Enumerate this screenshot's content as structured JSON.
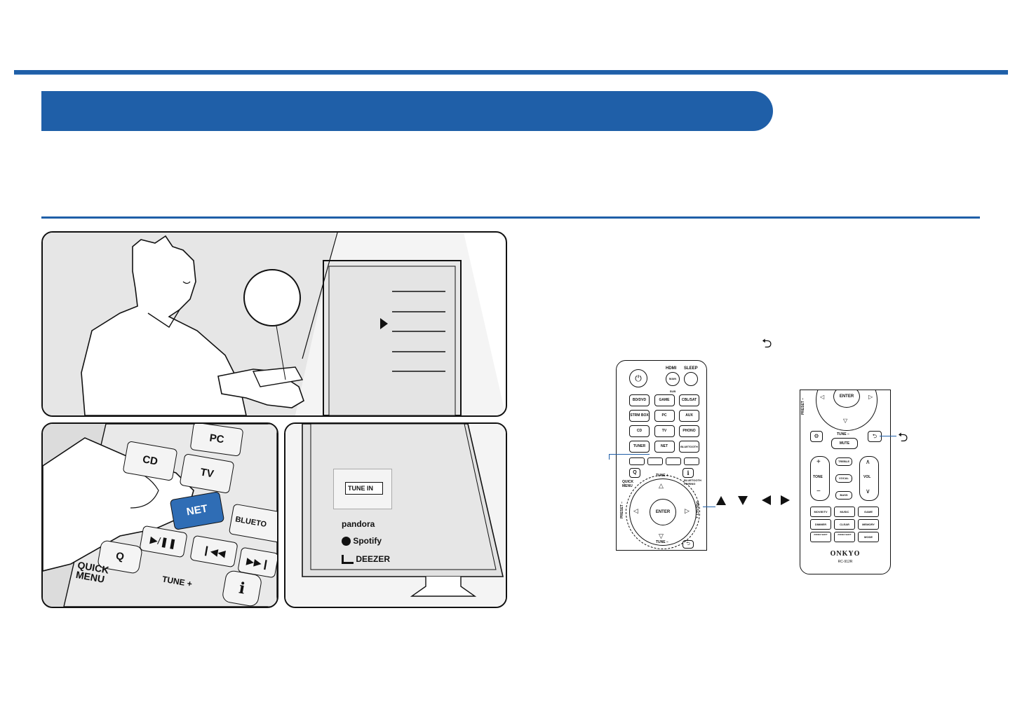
{
  "buttons": {
    "cd": "CD",
    "pc": "PC",
    "tv": "TV",
    "net": "NET",
    "bluetooth": "BLUETO",
    "quick_menu": "QUICK\nMENU",
    "q": "Q",
    "tune_plus": "TUNE +",
    "info": "i"
  },
  "services": {
    "tunein": "TUNE IN",
    "pandora": "pandora",
    "spotify": "Spotify",
    "deezer": "DEEZER"
  },
  "remote_left": {
    "hdmi": "HDMI",
    "sleep": "SLEEP",
    "main_sub": "MAIN SUB",
    "row1": [
      "BD/DVD",
      "GAME",
      "CBL/SAT"
    ],
    "row2": [
      "STRM BOX",
      "PC",
      "AUX"
    ],
    "row3": [
      "CD",
      "TV",
      "PHONO"
    ],
    "row4": [
      "TUNER",
      "NET",
      "BLUETOOTH"
    ],
    "quick_menu": "QUICK MENU",
    "tune_plus": "TUNE +",
    "tune_minus": "TUNE −",
    "enter": "ENTER",
    "preset_minus": "PRESET −",
    "preset_plus": "PRESET +",
    "bt_pairing": "BLUETOOTH PAIRING"
  },
  "remote_right": {
    "enter": "ENTER",
    "tune_minus": "TUNE −",
    "mute": "MUTE",
    "treble": "TREBLE",
    "tone": "TONE",
    "vocal": "VOCAL",
    "vol": "VOL",
    "bass": "BASS",
    "row1": [
      "MOVIE/TV",
      "MUSIC",
      "GAME"
    ],
    "row2": [
      "DIMMER",
      "CLEAR",
      "MEMORY"
    ],
    "row3": [
      "ZONE2 SHIFT",
      "ZONE3 SHIFT",
      "MODE"
    ],
    "brand": "ONKYO",
    "model": "RC-912R",
    "preset_minus": "PRESET −"
  },
  "colors": {
    "accent": "#1f5fa8",
    "panel_bg": "#e8e8e8",
    "net_button": "#2f6db5"
  },
  "icons": [
    "return-icon",
    "up-arrow-icon",
    "down-arrow-icon",
    "left-arrow-icon",
    "right-arrow-icon",
    "cursor-triangle-icon"
  ]
}
